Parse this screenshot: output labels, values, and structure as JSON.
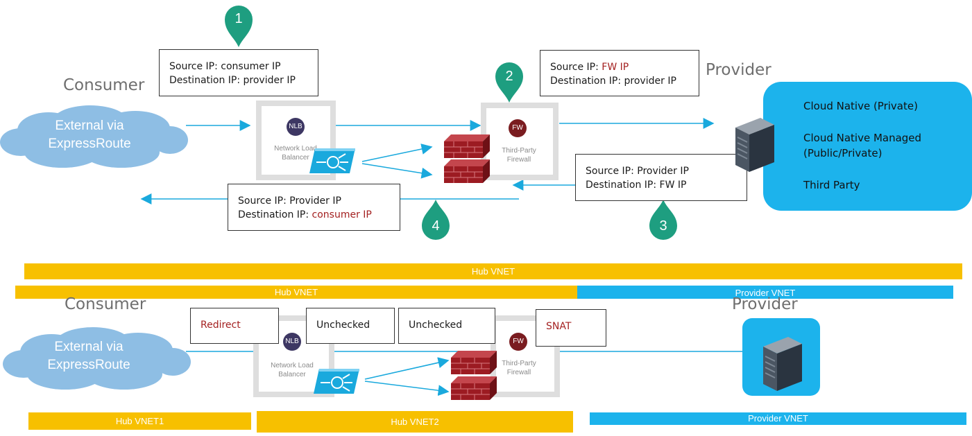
{
  "top": {
    "consumer_label": "Consumer",
    "provider_label": "Provider",
    "cloud_line1": "External via",
    "cloud_line2": "ExpressRoute",
    "nlb": {
      "badge": "NLB",
      "line1": "Network Load",
      "line2": "Balancer"
    },
    "fw": {
      "badge": "FW",
      "line1": "Third-Party",
      "line2": "Firewall"
    },
    "steps": [
      "1",
      "2",
      "3",
      "4"
    ],
    "box1": {
      "src_label": "Source IP: ",
      "src_value": "consumer IP",
      "dst_label": "Destination IP: ",
      "dst_value": "provider IP"
    },
    "box2": {
      "src_label": "Source IP: ",
      "src_value": "FW IP",
      "dst_label": "Destination IP: ",
      "dst_value": "provider IP"
    },
    "box3": {
      "src_label": "Source IP: ",
      "src_value": "Provider IP",
      "dst_label": "Destination IP: ",
      "dst_value": "FW IP"
    },
    "box4": {
      "src_label": "Source IP: ",
      "src_value": "Provider IP",
      "dst_label": "Destination IP: ",
      "dst_value": "consumer IP"
    },
    "provider_services": [
      "Cloud Native (Private)",
      "Cloud Native Managed",
      "(Public/Private)",
      "Third Party"
    ],
    "hub_band": "Hub VNET"
  },
  "middle": {
    "hub_band": "Hub VNET",
    "provider_band": "Provider VNET"
  },
  "bottom": {
    "consumer_label": "Consumer",
    "provider_label": "Provider",
    "cloud_line1": "External via",
    "cloud_line2": "ExpressRoute",
    "nlb": {
      "badge": "NLB",
      "line1": "Network Load",
      "line2": "Balancer"
    },
    "fw": {
      "badge": "FW",
      "line1": "Third-Party",
      "line2": "Firewall"
    },
    "redirect": "Redirect",
    "unchecked1": "Unchecked",
    "unchecked2": "Unchecked",
    "snat": "SNAT",
    "hub1_band": "Hub VNET1",
    "hub2_band": "Hub VNET2",
    "provider_band": "Provider VNET"
  },
  "colors": {
    "band_yellow": "#f7c000",
    "band_blue": "#1cb3ec",
    "pin_green": "#1e9e80",
    "arrow_blue": "#1aa9dd",
    "value_red": "#a42121",
    "fw_badge": "#7a1c20",
    "nlb_badge": "#3d3763"
  }
}
